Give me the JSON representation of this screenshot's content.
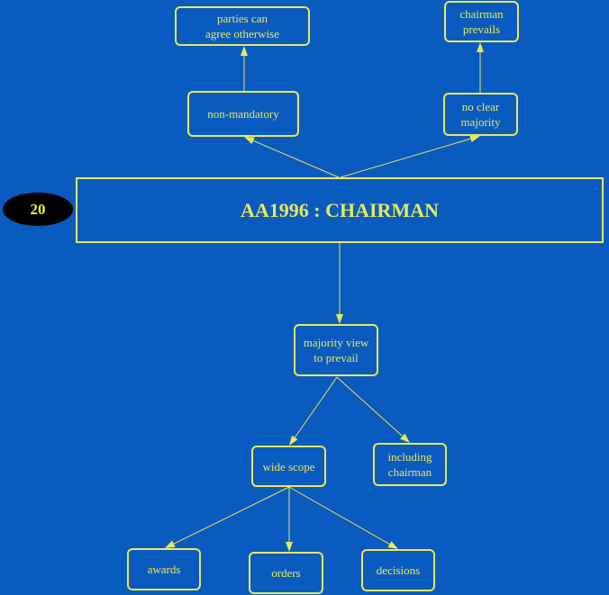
{
  "colors": {
    "background": "#0a5bbf",
    "line": "#e8e85a",
    "badge": "#000000",
    "badge_text": "#f2f23a"
  },
  "slide_number": "20",
  "title": "AA1996 : CHAIRMAN",
  "nodes": {
    "parties_can_agree": "parties can\nagree otherwise",
    "chairman_prevails": "chairman\nprevails",
    "non_mandatory": "non-mandatory",
    "no_clear_majority": "no clear\nmajority",
    "majority_view": "majority view\nto prevail",
    "wide_scope": "wide scope",
    "including_chairman": "including\nchairman",
    "awards": "awards",
    "orders": "orders",
    "decisions": "decisions"
  }
}
